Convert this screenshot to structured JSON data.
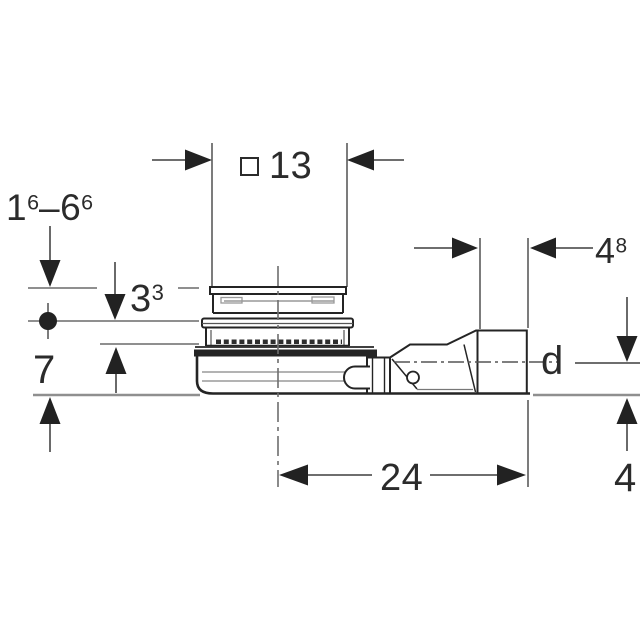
{
  "figure": {
    "kind": "technical dimension drawing",
    "subject": "shower drain trap, side view with outlet elbow"
  },
  "labels": {
    "top_width": {
      "symbol": "square",
      "value": "13"
    },
    "height_range": {
      "base1": "1",
      "sup1": "6",
      "separator": "–",
      "base2": "6",
      "sup2": "6"
    },
    "grate_height": {
      "base": "3",
      "sup": "3"
    },
    "trap_height": {
      "value": "7"
    },
    "length": {
      "value": "24"
    },
    "socket_length": {
      "base": "4",
      "sup": "8"
    },
    "outlet_diameter": {
      "value": "d"
    },
    "bottom_offset": {
      "value": "4"
    }
  },
  "colors": {
    "background": "#ffffff",
    "drawing_line": "#242424",
    "dimension_line": "#5a5a5a",
    "reference_line": "#8f8f8f",
    "arrow_fill": "#222222",
    "text": "#2b2b2b"
  }
}
